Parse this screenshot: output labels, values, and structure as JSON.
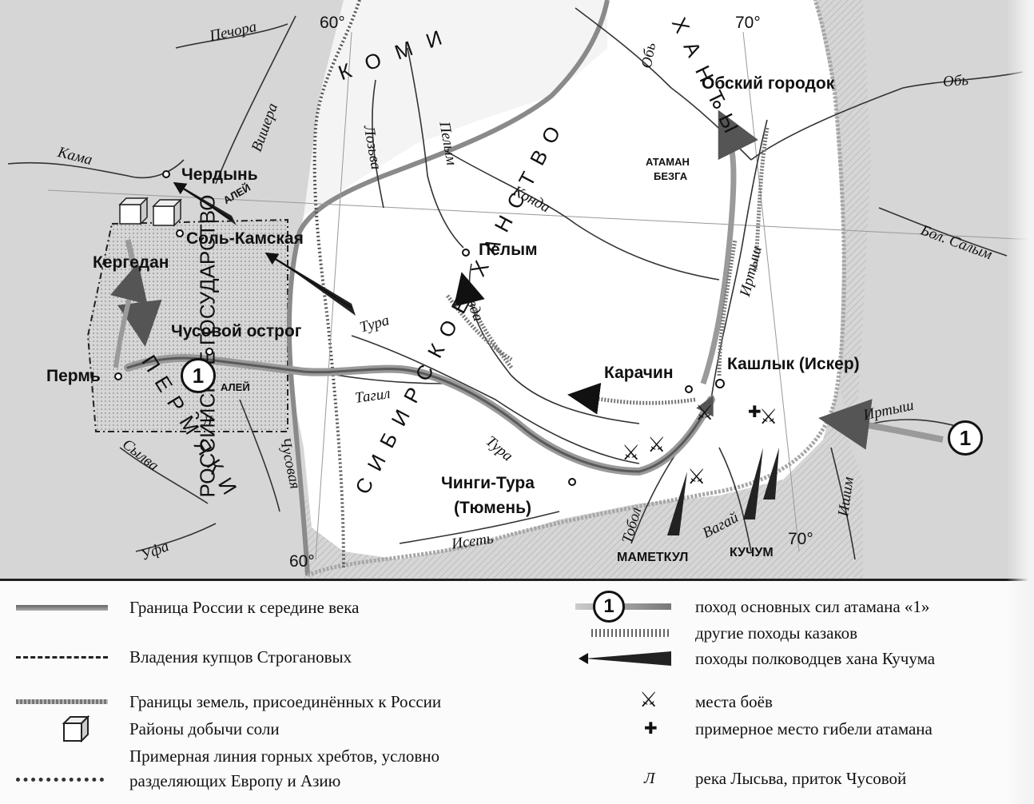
{
  "map": {
    "cities": [
      {
        "name": "Чердынь"
      },
      {
        "name": "Соль-Камская"
      },
      {
        "name": "Кергедан"
      },
      {
        "name": "Чусовой острог"
      },
      {
        "name": "Пермь"
      },
      {
        "name": "Пелым"
      },
      {
        "name": "Карачин"
      },
      {
        "name": "Кашлык (Искер)"
      },
      {
        "name": "Обский городок"
      },
      {
        "name": "Чинги-Тура"
      },
      {
        "name": "(Тюмень)"
      }
    ],
    "rivers": [
      "Печора",
      "Вишера",
      "Кама",
      "Лозьва",
      "Пелым",
      "Конда",
      "Тавда",
      "Тура",
      "Тагил",
      "Тура",
      "Обь",
      "Обь",
      "Иртыш",
      "Иртыш",
      "Бол. Салым",
      "Тобол",
      "Вагай",
      "Ишим",
      "Исеть",
      "Сылва",
      "Чусовая",
      "Уфа"
    ],
    "regions": {
      "russia": "РОССИЙСКОЕ ГОСУДАРСТВО",
      "siberia": "СИБИРСКОЕ ХАНСТВО",
      "perm": "ПЕРМЯКИ",
      "mansi": "ХАНТЫ",
      "komi": "КОМИ"
    },
    "names": {
      "aley1": "АЛЕЙ",
      "aley2": "АЛЕЙ",
      "bezga_1": "АТАМАН",
      "bezga_2": "БЕЗГА",
      "mametkul": "МАМЕТКУЛ",
      "kuchum": "КУЧУМ",
      "marker": "1",
      "marker2": "1",
      "lysva": "Л"
    },
    "degrees": [
      "60°",
      "70°",
      "60°",
      "70°"
    ]
  },
  "legend": {
    "items": [
      {
        "text": "Граница России к середине века"
      },
      {
        "text": "Владения купцов Строгановых"
      },
      {
        "text": "Границы земель, присоединённых к России"
      },
      {
        "text": "Районы добычи соли"
      },
      {
        "text": "Примерная линия горных хребтов, условно"
      },
      {
        "text": "разделяющих Европу и Азию"
      },
      {
        "text": "поход основных сил атамана «1»"
      },
      {
        "text": "другие походы казаков"
      },
      {
        "text": "походы полководцев хана Кучума"
      },
      {
        "text": "места боёв"
      },
      {
        "text": "примерное место гибели атамана"
      },
      {
        "text": "река Лысьва, приток Чусовой"
      }
    ],
    "marker": "1",
    "lysva_symbol": "Л"
  },
  "colors": {
    "land_russia": "#d9d9d9",
    "land_siberia": "#ffffff",
    "border": "#7a7a7a",
    "ink": "#111111"
  }
}
